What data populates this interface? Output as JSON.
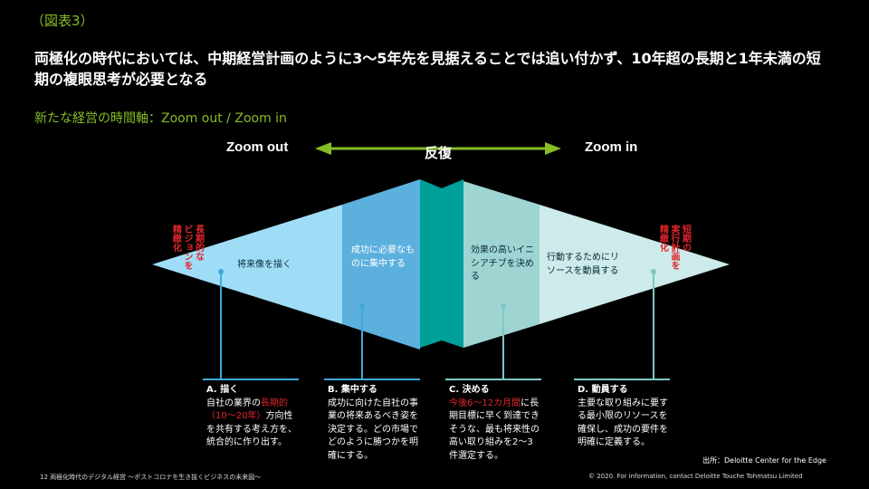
{
  "figure_label": "（図表3）",
  "headline": "両極化の時代においては、中期経営計画のように3〜5年先を見据えることでは追い付かず、10年超の長期と1年未満の短期の複眼思考が必要となる",
  "subheading": "新たな経営の時間軸：Zoom out / Zoom in",
  "arrow": {
    "left": "Zoom out",
    "right": "Zoom in",
    "center": "反復"
  },
  "side_labels": {
    "left": {
      "red": "長期的な",
      "black": "ビジョンを",
      "line3": "精緻化"
    },
    "right": {
      "red": "短期の",
      "black": "実行計画を",
      "line3": "精緻化"
    }
  },
  "segments": [
    "将来像を描く",
    "成功に必要なものに集中する",
    "効果の高いイニシアチブを決める",
    "行動するためにリソースを動員する"
  ],
  "cards": [
    {
      "title": "A. 描く",
      "pre": "自社の業界の",
      "highlight": "長期的（10〜20年）",
      "post": "方向性を共有する考え方を、統合的に作り出す。"
    },
    {
      "title": "B. 集中する",
      "pre": "成功に向けた自社の事業の将来あるべき姿を決定する。どの市場でどのように勝つかを明確にする。",
      "highlight": "",
      "post": ""
    },
    {
      "title": "C. 決める",
      "pre": "",
      "highlight": "今後6〜12カ月間",
      "post": "に長期目標に早く到達できそうな、最も将来性の高い取り組みを2〜3件選定する。"
    },
    {
      "title": "D. 動員する",
      "pre": "主要な取り組みに要する最小限のリソースを確保し、成功の要件を明確に定義する。",
      "highlight": "",
      "post": ""
    }
  ],
  "source": "出所：Deloitte Center for the Edge",
  "footer": {
    "left": "12 両極化時代のデジタル経営 〜ポストコロナを生き抜くビジネスの未来図〜",
    "right": "© 2020. For information, contact Deloitte Touche Tohmatsu Limited"
  },
  "colors": {
    "accent_green": "#86BC25",
    "highlight_red": "#E3262A",
    "seg_a": "#9FDDF7",
    "seg_b": "#5CB0DE",
    "seg_center": "#00A09A",
    "seg_c": "#9ED5D2",
    "seg_d": "#CDEBEA"
  }
}
